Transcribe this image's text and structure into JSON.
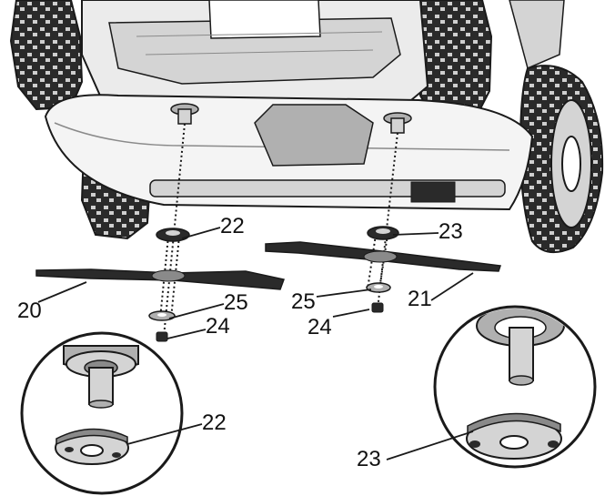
{
  "diagram": {
    "callouts": {
      "blade_left": "20",
      "blade_right": "21",
      "adapter_left": "22",
      "adapter_right": "23",
      "nut_left": "24",
      "nut_right": "24",
      "washer_left": "25",
      "washer_right": "25",
      "detail_left": "22",
      "detail_right": "23"
    },
    "colors": {
      "line": "#1a1a1a",
      "dark": "#2a2a2a",
      "mid": "#8a8a8a",
      "light": "#d4d4d4",
      "shade": "#b0b0b0",
      "paper": "#ffffff"
    }
  }
}
